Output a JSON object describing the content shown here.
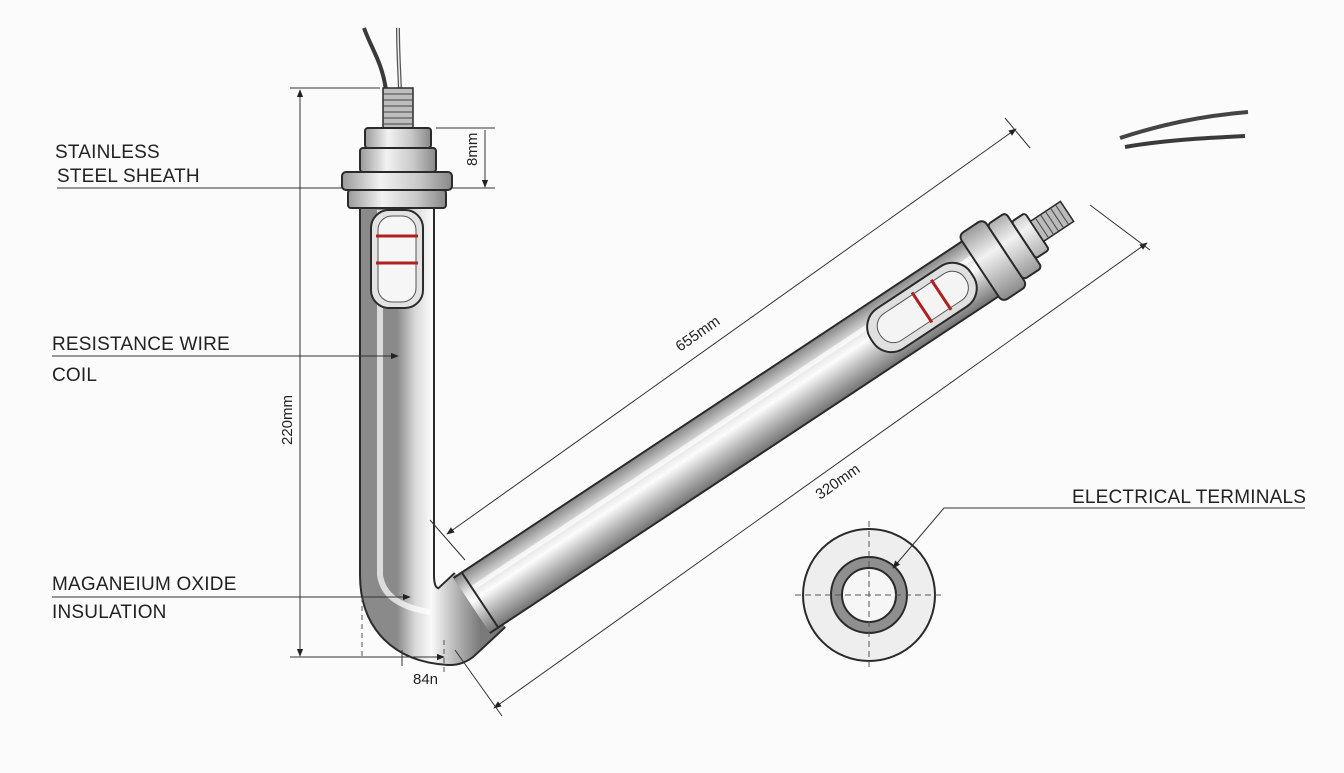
{
  "labels": {
    "sheath_line1": "STAINLESS",
    "sheath_line2": "STEEL SHEATH",
    "wire_line1": "RESISTANCE WIRE",
    "wire_line2": "COIL",
    "insulation_line1": "MAGANEIUM OXIDE",
    "insulation_line2": "INSULATION",
    "terminals": "ELECTRICAL TERMINALS"
  },
  "dimensions": {
    "nut_height": "8mm",
    "vertical_length": "220mm",
    "diagonal_length": "655mm",
    "offset_length": "320mm",
    "bend_offset": "84n"
  },
  "colors": {
    "background": "#fbfbfb",
    "metal_dark": "#8f8f8f",
    "metal_light": "#f2f2f2",
    "coil_red": "#b02020",
    "line": "#2a2a2a"
  }
}
